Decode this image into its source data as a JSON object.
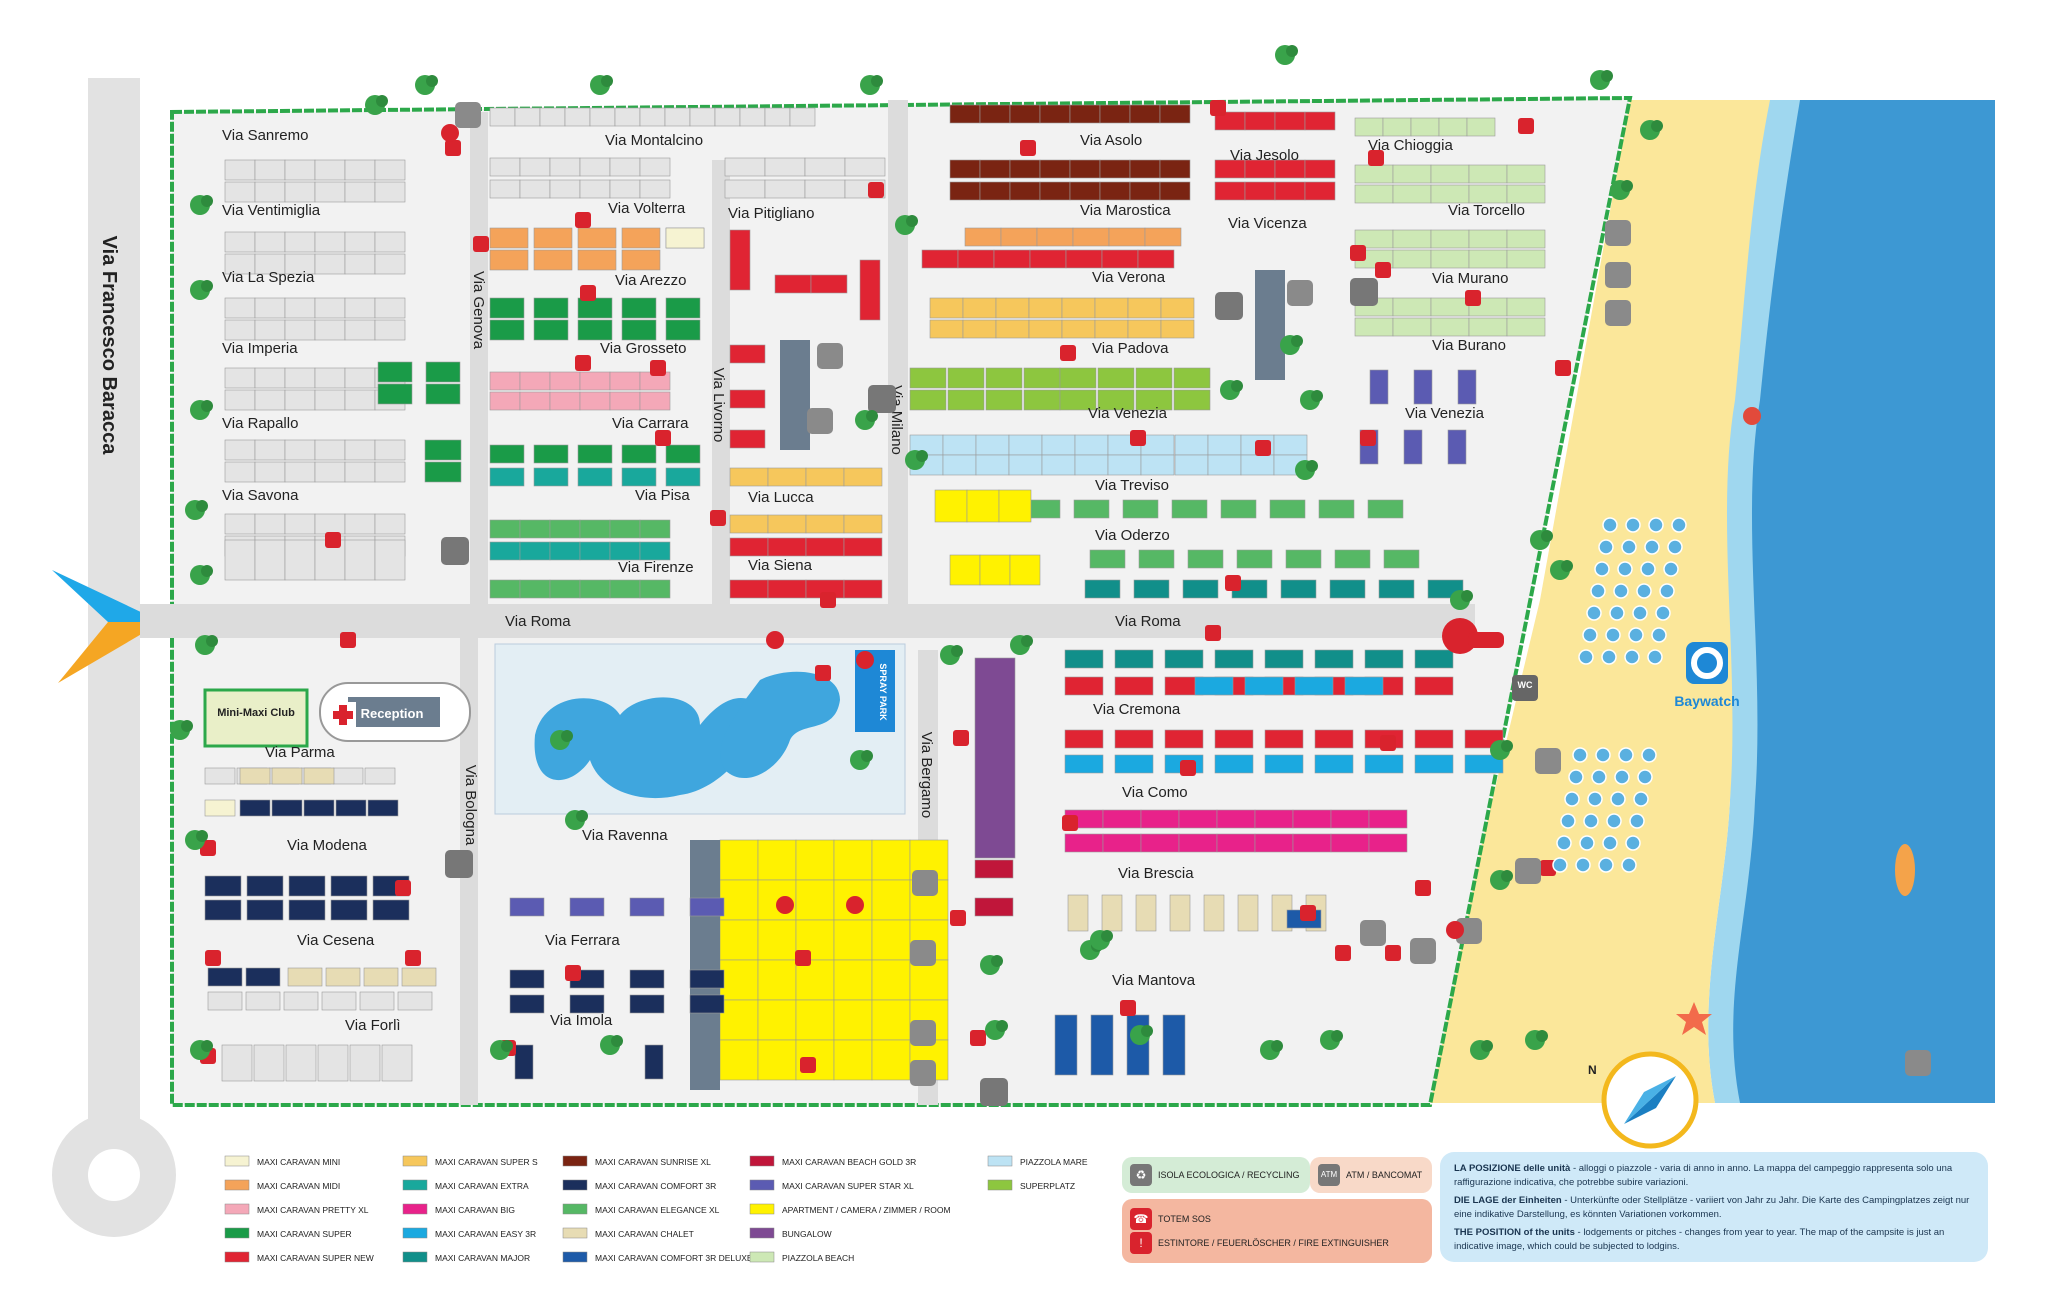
{
  "map": {
    "main_road": "Via Francesco Baracca",
    "streets_north": [
      "Via Sanremo",
      "Via Ventimiglia",
      "Via La Spezia",
      "Via Imperia",
      "Via Rapallo",
      "Via Savona",
      "Via Montalcino",
      "Via Volterra",
      "Via Arezzo",
      "Via Grosseto",
      "Via Carrara",
      "Via Pisa",
      "Via Firenze",
      "Via Pitigliano",
      "Via Lucca",
      "Via Siena",
      "Via Asolo",
      "Via Marostica",
      "Via Verona",
      "Via Padova",
      "Via Venezia",
      "Via Treviso",
      "Via Oderzo",
      "Via Jesolo",
      "Via Vicenza",
      "Via Chioggia",
      "Via Torcello",
      "Via Murano",
      "Via Burano",
      "Via Venezia"
    ],
    "streets_vertical": [
      "Via Genova",
      "Via Livorno",
      "Via Milano",
      "Via Bologna",
      "Via Bergamo"
    ],
    "via_roma": "Via Roma",
    "streets_south": [
      "Via Parma",
      "Via Modena",
      "Via Cesena",
      "Via Forlì",
      "Via Ravenna",
      "Via Ferrara",
      "Via Imola",
      "Via Cremona",
      "Via Como",
      "Via Brescia",
      "Via Mantova"
    ],
    "places": {
      "mini_club": "Mini-Maxi Club",
      "reception": "Reception",
      "spray_park": "SPRAY PARK",
      "baywatch": "Baywatch",
      "wc": "WC",
      "north": "N"
    }
  },
  "legend": [
    {
      "label": "MAXI CARAVAN MINI",
      "color": "#f6f3d2"
    },
    {
      "label": "MAXI CARAVAN MIDI",
      "color": "#f4a35a"
    },
    {
      "label": "MAXI CARAVAN PRETTY XL",
      "color": "#f4a8b8"
    },
    {
      "label": "MAXI CARAVAN SUPER",
      "color": "#1a9b48"
    },
    {
      "label": "MAXI CARAVAN SUPER NEW",
      "color": "#e02433"
    },
    {
      "label": "MAXI CARAVAN SUPER S",
      "color": "#f6c75c"
    },
    {
      "label": "MAXI CARAVAN EXTRA",
      "color": "#19a89c"
    },
    {
      "label": "MAXI CARAVAN BIG",
      "color": "#e8228a"
    },
    {
      "label": "MAXI CARAVAN EASY 3R",
      "color": "#1ba9e0"
    },
    {
      "label": "MAXI CARAVAN MAJOR",
      "color": "#118f8a"
    },
    {
      "label": "MAXI CARAVAN SUNRISE XL",
      "color": "#7a2412"
    },
    {
      "label": "MAXI CARAVAN COMFORT 3R",
      "color": "#1b2f5c"
    },
    {
      "label": "MAXI CARAVAN ELEGANCE XL",
      "color": "#56b865"
    },
    {
      "label": "MAXI CARAVAN CHALET",
      "color": "#e7dcb4"
    },
    {
      "label": "MAXI CARAVAN COMFORT 3R DELUXE",
      "color": "#1d5aa8"
    },
    {
      "label": "MAXI CARAVAN BEACH GOLD 3R",
      "color": "#c0163a"
    },
    {
      "label": "MAXI CARAVAN SUPER STAR XL",
      "color": "#5b5bb2"
    },
    {
      "label": "APARTMENT / CAMERA / ZIMMER / ROOM",
      "color": "#fff200"
    },
    {
      "label": "BUNGALOW",
      "color": "#7e4a93"
    },
    {
      "label": "PIAZZOLA BEACH",
      "color": "#cde8b5"
    },
    {
      "label": "PIAZZOLA MARE",
      "color": "#bde3f4"
    },
    {
      "label": "SUPERPLATZ",
      "color": "#8dc63f"
    }
  ],
  "services": {
    "recycling": "ISOLA ECOLOGICA / RECYCLING",
    "atm": "ATM / BANCOMAT",
    "totem": "TOTEM SOS",
    "extinguisher": "ESTINTORE / FEUERLÖSCHER / FIRE EXTINGUISHER",
    "atm_icon": "ATM"
  },
  "info": {
    "it_bold": "LA POSIZIONE delle unità",
    "it_text": " - alloggi o piazzole - varia di anno in anno. La mappa del campeggio rappresenta solo una raffigurazione indicativa, che potrebbe subire variazioni.",
    "de_bold": "DIE LAGE der Einheiten",
    "de_text": " - Unterkünfte oder Stellplätze - variiert von Jahr zu Jahr. Die Karte des Campingplatzes zeigt nur eine indikative Darstellung, es könnten Variationen vorkommen.",
    "en_bold": "THE POSITION of the units",
    "en_text": " - lodgements or pitches - changes from year to year. The map of the campsite is just an indicative image, which could be subjected to lodgins."
  }
}
